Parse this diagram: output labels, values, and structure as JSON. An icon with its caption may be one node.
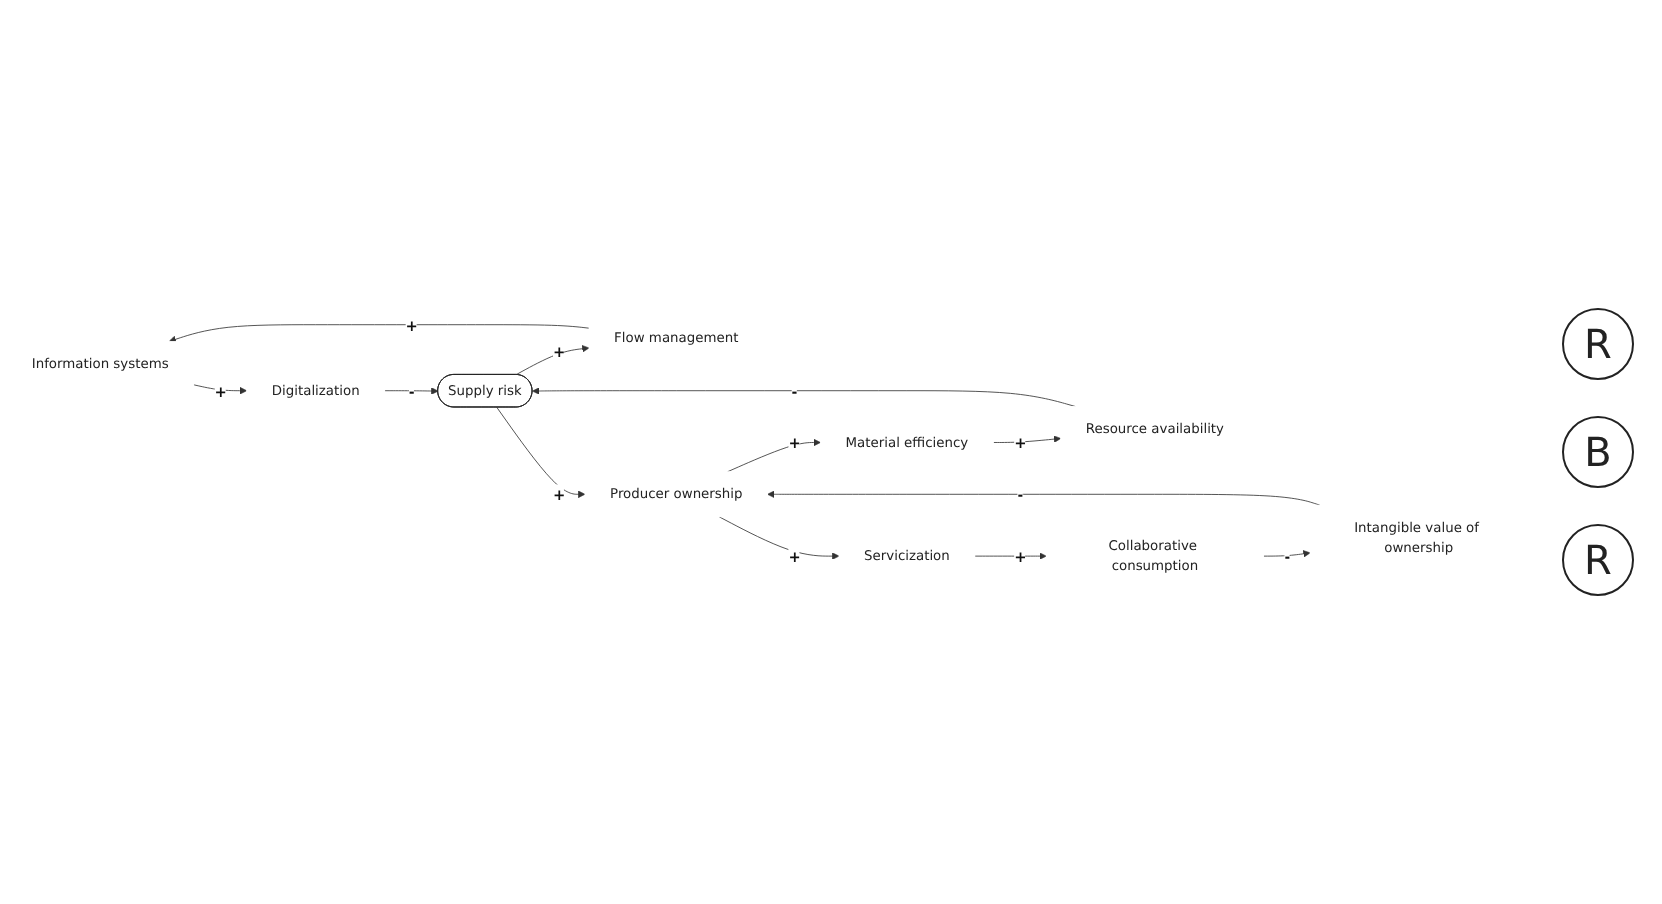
{
  "diagram": {
    "nodes": [
      {
        "text": [
          "Information systems"
        ]
      },
      {
        "text": [
          "Flow management"
        ]
      },
      {
        "text": [
          "Digitalization"
        ]
      },
      {
        "text": [
          "Supply risk"
        ]
      },
      {
        "text": [
          "Servicization"
        ]
      },
      {
        "text": [
          "Resource availability"
        ]
      },
      {
        "text": [
          "Producer ownership"
        ]
      },
      {
        "text": [
          "Collaborative consumption"
        ]
      },
      {
        "text": [
          "Material efficiency"
        ]
      },
      {
        "text": [
          "Intangible value of ownership"
        ]
      }
    ],
    "edges": [
      {
        "from": 1,
        "to": 0,
        "arrow": "to",
        "label": "+"
      },
      {
        "from": 0,
        "to": 2,
        "arrow": "to",
        "label": "+"
      },
      {
        "from": 2,
        "to": 3,
        "arrow": "to",
        "label": "-"
      },
      {
        "from": 3,
        "to": 1,
        "arrow": "to",
        "label": "+"
      },
      {
        "from": 5,
        "to": 3,
        "arrow": "to",
        "label": "-"
      },
      {
        "from": 3,
        "to": 6,
        "arrow": "to",
        "label": "+"
      },
      {
        "from": 6,
        "to": 8,
        "arrow": "to",
        "label": "+"
      },
      {
        "from": 8,
        "to": 5,
        "arrow": "to",
        "label": "+"
      },
      {
        "from": 6,
        "to": 4,
        "arrow": "to",
        "label": "+"
      },
      {
        "from": 4,
        "to": 7,
        "arrow": "to",
        "label": "+"
      },
      {
        "from": 7,
        "to": 9,
        "arrow": "to",
        "label": "-"
      },
      {
        "from": 9,
        "to": 6,
        "arrow": "to",
        "label": "-"
      }
    ],
    "labels": [
      "R",
      "B",
      "R"
    ]
  }
}
